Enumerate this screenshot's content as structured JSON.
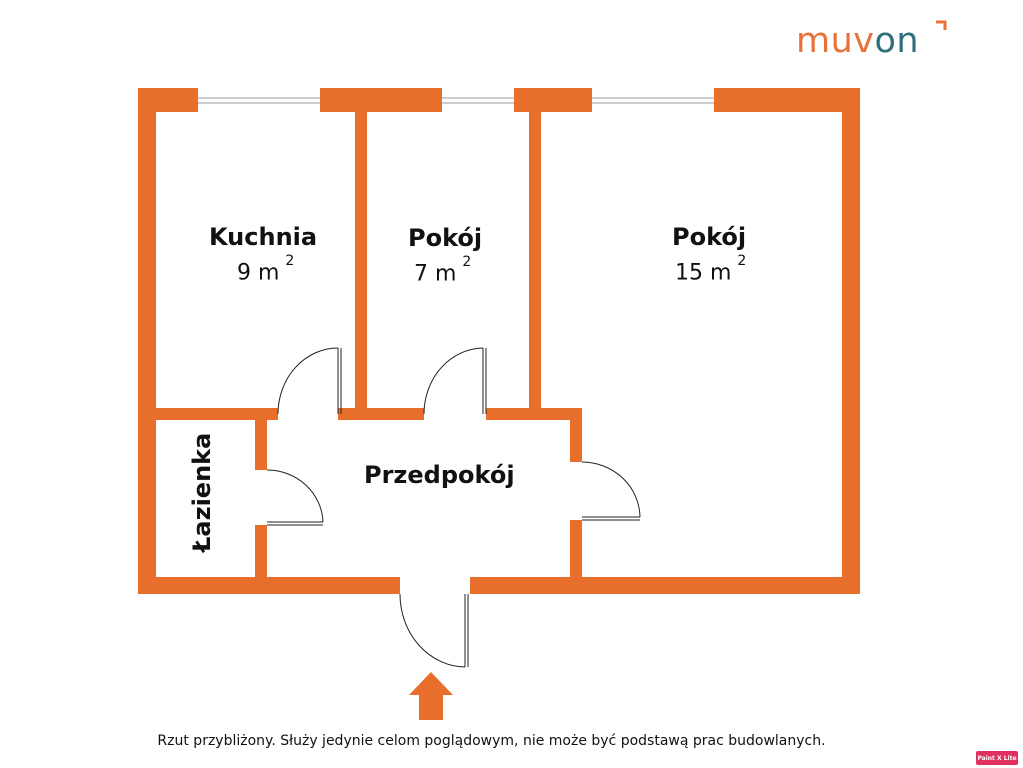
{
  "brand": {
    "logo_left": "muv",
    "logo_right": "on"
  },
  "colors": {
    "wall": "#e86e2c",
    "window": "#ffffff",
    "door": "#222222",
    "accent_teal": "#2f6f7c"
  },
  "rooms": [
    {
      "name": "Kuchnia",
      "area_value": "9 m",
      "area_exp": "2"
    },
    {
      "name": "Pokój",
      "area_value": "7 m",
      "area_exp": "2"
    },
    {
      "name": "Pokój",
      "area_value": "15 m",
      "area_exp": "2"
    },
    {
      "name": "Łazienka"
    },
    {
      "name": "Przedpokój"
    }
  ],
  "entrance": {
    "icon": "up-arrow-icon"
  },
  "disclaimer": "Rzut przybliżony. Służy jedynie celom poglądowym, nie może być podstawą prac budowlanych.",
  "badge": "Paint X Lite"
}
